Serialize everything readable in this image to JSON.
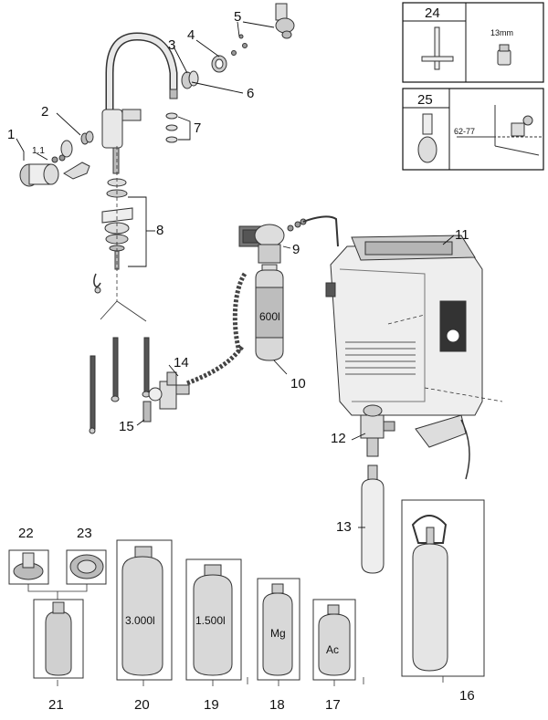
{
  "callouts": {
    "c1": "1",
    "c1_1": "1.1",
    "c2": "2",
    "c3": "3",
    "c4": "4",
    "c5": "5",
    "c6": "6",
    "c7": "7",
    "c8": "8",
    "c9": "9",
    "c10": "10",
    "c11": "11",
    "c12": "12",
    "c13": "13",
    "c14": "14",
    "c15": "15",
    "c16": "16",
    "c17": "17",
    "c18": "18",
    "c19": "19",
    "c20": "20",
    "c21": "21",
    "c22": "22",
    "c23": "23",
    "c24": "24",
    "c25": "25"
  },
  "inset_24": {
    "wrench_size": "13mm"
  },
  "inset_25": {
    "range": "62-77"
  },
  "filter_labels": {
    "main_filter": "600l",
    "filter_20": "3.000l",
    "filter_19": "1.500l",
    "filter_18": "Mg",
    "filter_17": "Ac"
  }
}
